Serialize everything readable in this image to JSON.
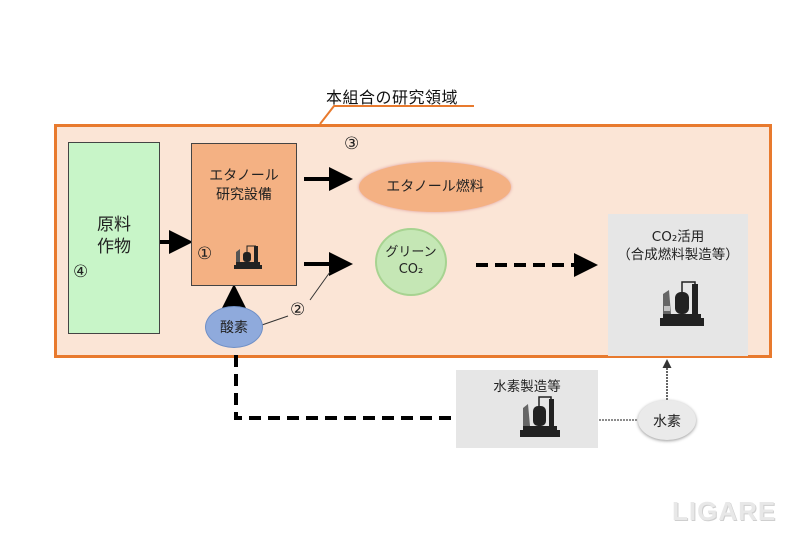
{
  "region": {
    "label": "本組合の研究領域"
  },
  "nodes": {
    "crop": {
      "label_line1": "原料",
      "label_line2": "作物",
      "number": "④"
    },
    "plant": {
      "label_line1": "エタノール",
      "label_line2": "研究設備",
      "number": "①",
      "icon": "factory-icon"
    },
    "fuel": {
      "label": "エタノール燃料",
      "number": "③"
    },
    "green_co2": {
      "label_line1": "グリーン",
      "label_line2": "CO₂"
    },
    "oxygen": {
      "label": "酸素",
      "number": "②"
    },
    "co2_utilization": {
      "label_line1": "CO₂活用",
      "label_line2": "（合成燃料製造等）",
      "icon": "factory-icon"
    },
    "hydrogen_production": {
      "label": "水素製造等",
      "icon": "factory-icon"
    },
    "hydrogen": {
      "label": "水素"
    }
  },
  "colors": {
    "region_fill": "#fbe5d6",
    "region_border": "#e87a2e",
    "crop_fill": "#c8f5c8",
    "plant_fill": "#f4b183",
    "co2_fill": "#c5e7b5",
    "oxygen_fill": "#8faadc",
    "external_fill": "#e6e6e6"
  },
  "watermark": "LIGARE"
}
